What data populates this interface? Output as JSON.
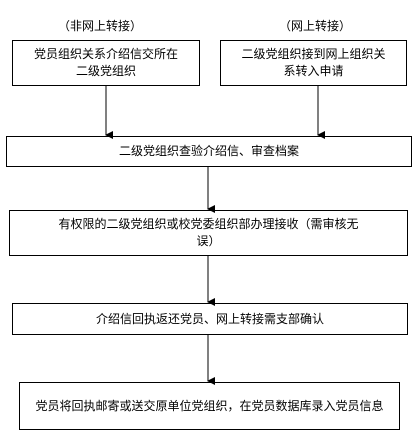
{
  "captions": {
    "left": "（非网上转接）",
    "right": "（网上转接）"
  },
  "nodes": {
    "left_start": "党员组织关系介绍信交所在二级党组织",
    "right_start": "二级党组织接到网上组织关系转入申请",
    "review": "二级党组织查验介绍信、审查档案",
    "accept": "有权限的二级党组织或校党委组织部办理接收（需审核无误）",
    "return": "介绍信回执返还党员、网上转接需支部确认",
    "final": "党员将回执邮寄或送交原单位党组织，在党员数据库录入党员信息"
  }
}
